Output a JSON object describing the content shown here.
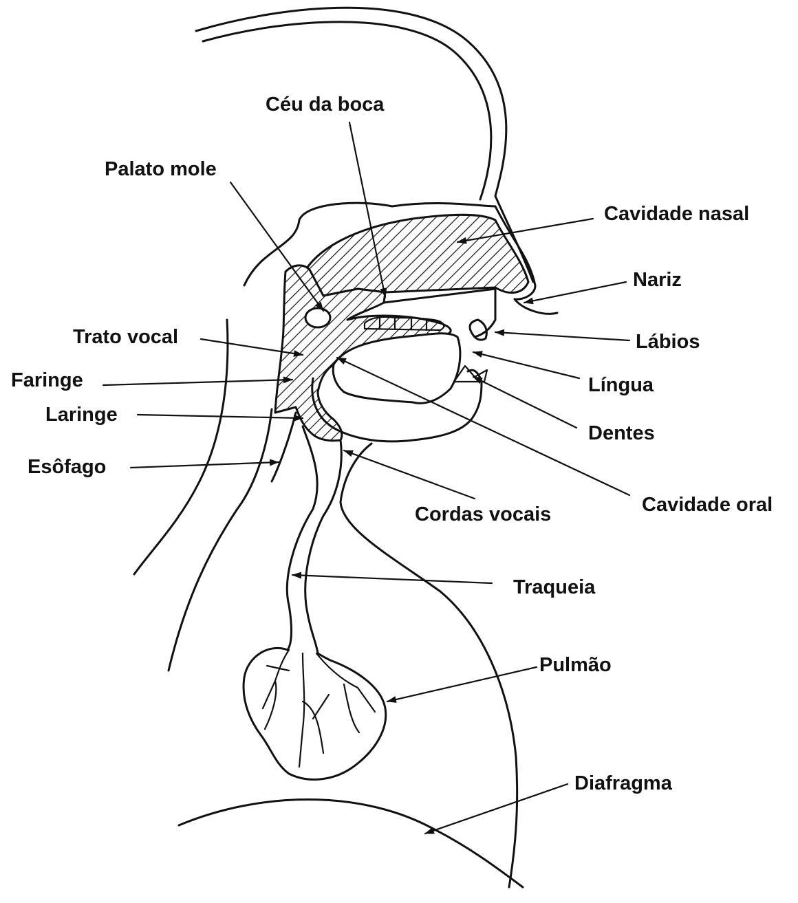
{
  "labels": {
    "ceu_da_boca": "Céu da boca",
    "palato_mole": "Palato mole",
    "cavidade_nasal": "Cavidade nasal",
    "nariz": "Nariz",
    "trato_vocal": "Trato vocal",
    "labios": "Lábios",
    "faringe": "Faringe",
    "lingua": "Língua",
    "laringe": "Laringe",
    "dentes": "Dentes",
    "esofago": "Esôfago",
    "cavidade_oral": "Cavidade oral",
    "cordas_vocais": "Cordas vocais",
    "traqueia": "Traqueia",
    "pulmao": "Pulmão",
    "diafragma": "Diafragma"
  },
  "colors": {
    "ink": "#111111",
    "background": "#ffffff"
  }
}
